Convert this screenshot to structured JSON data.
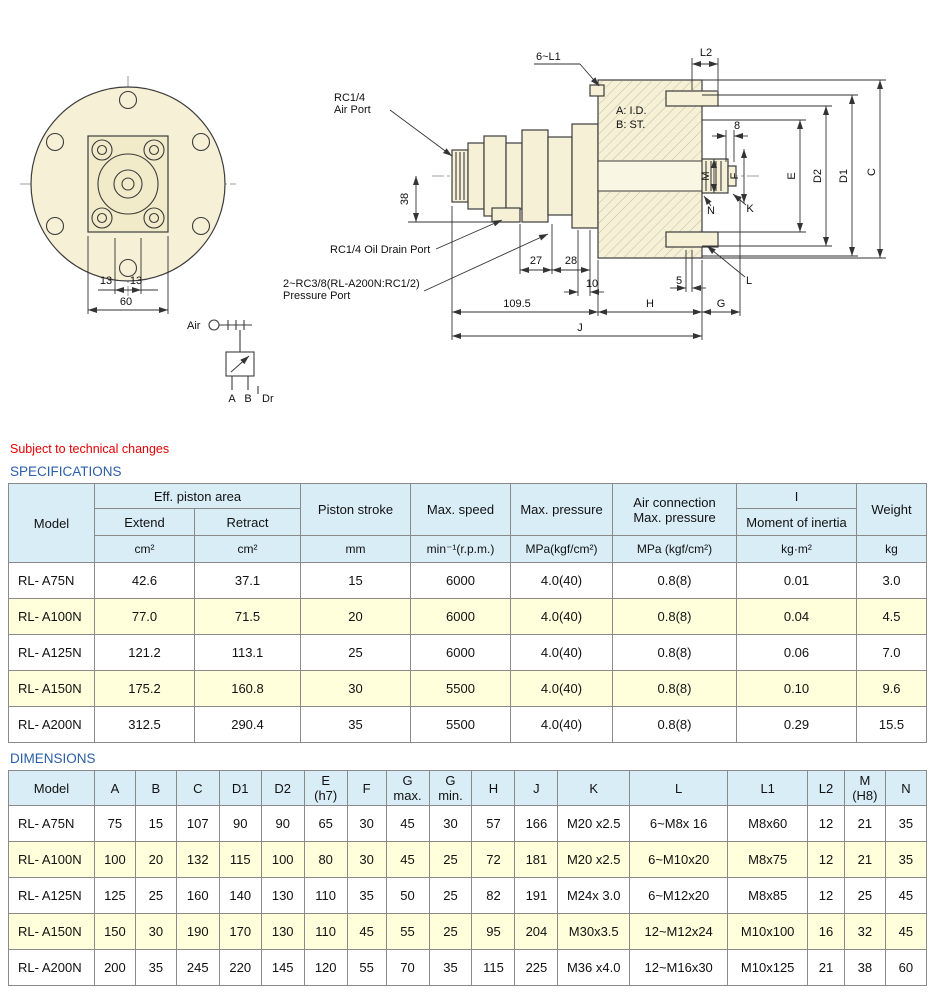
{
  "page": {
    "note": "Subject to technical changes",
    "spec_heading": "SPECIFICATIONS",
    "dim_heading": "DIMENSIONS"
  },
  "drawing": {
    "front": {
      "dim_a": "13",
      "dim_b": "13",
      "dim_width": "60"
    },
    "side": {
      "six_l1": "6~L1",
      "l2": "L2",
      "air_port_1": "RC1/4",
      "air_port_2": "Air Port",
      "aid": "A: I.D.",
      "bst": "B: ST.",
      "dim8": "8",
      "m": "M",
      "f": "F",
      "e": "E",
      "d2": "D2",
      "d1": "D1",
      "c": "C",
      "n": "N",
      "k": "K",
      "dim38": "38",
      "oil_drain": "RC1/4  Oil Drain Port",
      "dim27": "27",
      "dim28": "28",
      "dim10": "10",
      "pressure_1": "2~RC3/8(RL-A200N:RC1/2)",
      "pressure_2": "Pressure Port",
      "dim109": "109.5",
      "h": "H",
      "g": "G",
      "dim5": "5",
      "l": "L",
      "j": "J"
    },
    "valve": {
      "air": "Air",
      "a": "A",
      "b": "B",
      "dr": "Dr"
    }
  },
  "spec_table": {
    "headers": {
      "model": "Model",
      "eff_piston_area": "Eff. piston area",
      "extend": "Extend",
      "retract": "Retract",
      "piston_stroke": "Piston stroke",
      "max_speed": "Max. speed",
      "max_pressure": "Max. pressure",
      "air_connection": "Air connection\nMax. pressure",
      "inertia_top": "I",
      "inertia_sub": "Moment of inertia",
      "weight": "Weight"
    },
    "units": [
      "cm²",
      "cm²",
      "mm",
      "min⁻¹(r.p.m.)",
      "MPa(kgf/cm²)",
      "MPa (kgf/cm²)",
      "kg·m²",
      "kg"
    ],
    "rows": [
      [
        "RL- A75N",
        "42.6",
        "37.1",
        "15",
        "6000",
        "4.0(40)",
        "0.8(8)",
        "0.01",
        "3.0"
      ],
      [
        "RL- A100N",
        "77.0",
        "71.5",
        "20",
        "6000",
        "4.0(40)",
        "0.8(8)",
        "0.04",
        "4.5"
      ],
      [
        "RL- A125N",
        "121.2",
        "113.1",
        "25",
        "6000",
        "4.0(40)",
        "0.8(8)",
        "0.06",
        "7.0"
      ],
      [
        "RL- A150N",
        "175.2",
        "160.8",
        "30",
        "5500",
        "4.0(40)",
        "0.8(8)",
        "0.10",
        "9.6"
      ],
      [
        "RL- A200N",
        "312.5",
        "290.4",
        "35",
        "5500",
        "4.0(40)",
        "0.8(8)",
        "0.29",
        "15.5"
      ]
    ]
  },
  "dim_table": {
    "headers": [
      "Model",
      "A",
      "B",
      "C",
      "D1",
      "D2",
      "E\n(h7)",
      "F",
      "G\nmax.",
      "G\nmin.",
      "H",
      "J",
      "K",
      "L",
      "L1",
      "L2",
      "M\n(H8)",
      "N"
    ],
    "rows": [
      [
        "RL- A75N",
        "75",
        "15",
        "107",
        "90",
        "90",
        "65",
        "30",
        "45",
        "30",
        "57",
        "166",
        "M20 x2.5",
        "6~M8x 16",
        "M8x60",
        "12",
        "21",
        "35"
      ],
      [
        "RL- A100N",
        "100",
        "20",
        "132",
        "115",
        "100",
        "80",
        "30",
        "45",
        "25",
        "72",
        "181",
        "M20 x2.5",
        "6~M10x20",
        "M8x75",
        "12",
        "21",
        "35"
      ],
      [
        "RL- A125N",
        "125",
        "25",
        "160",
        "140",
        "130",
        "110",
        "35",
        "50",
        "25",
        "82",
        "191",
        "M24x 3.0",
        "6~M12x20",
        "M8x85",
        "12",
        "25",
        "45"
      ],
      [
        "RL- A150N",
        "150",
        "30",
        "190",
        "170",
        "130",
        "110",
        "45",
        "55",
        "25",
        "95",
        "204",
        "M30x3.5",
        "12~M12x24",
        "M10x100",
        "16",
        "32",
        "45"
      ],
      [
        "RL- A200N",
        "200",
        "35",
        "245",
        "220",
        "145",
        "120",
        "55",
        "70",
        "35",
        "115",
        "225",
        "M36 x4.0",
        "12~M16x30",
        "M10x125",
        "21",
        "38",
        "60"
      ]
    ]
  }
}
